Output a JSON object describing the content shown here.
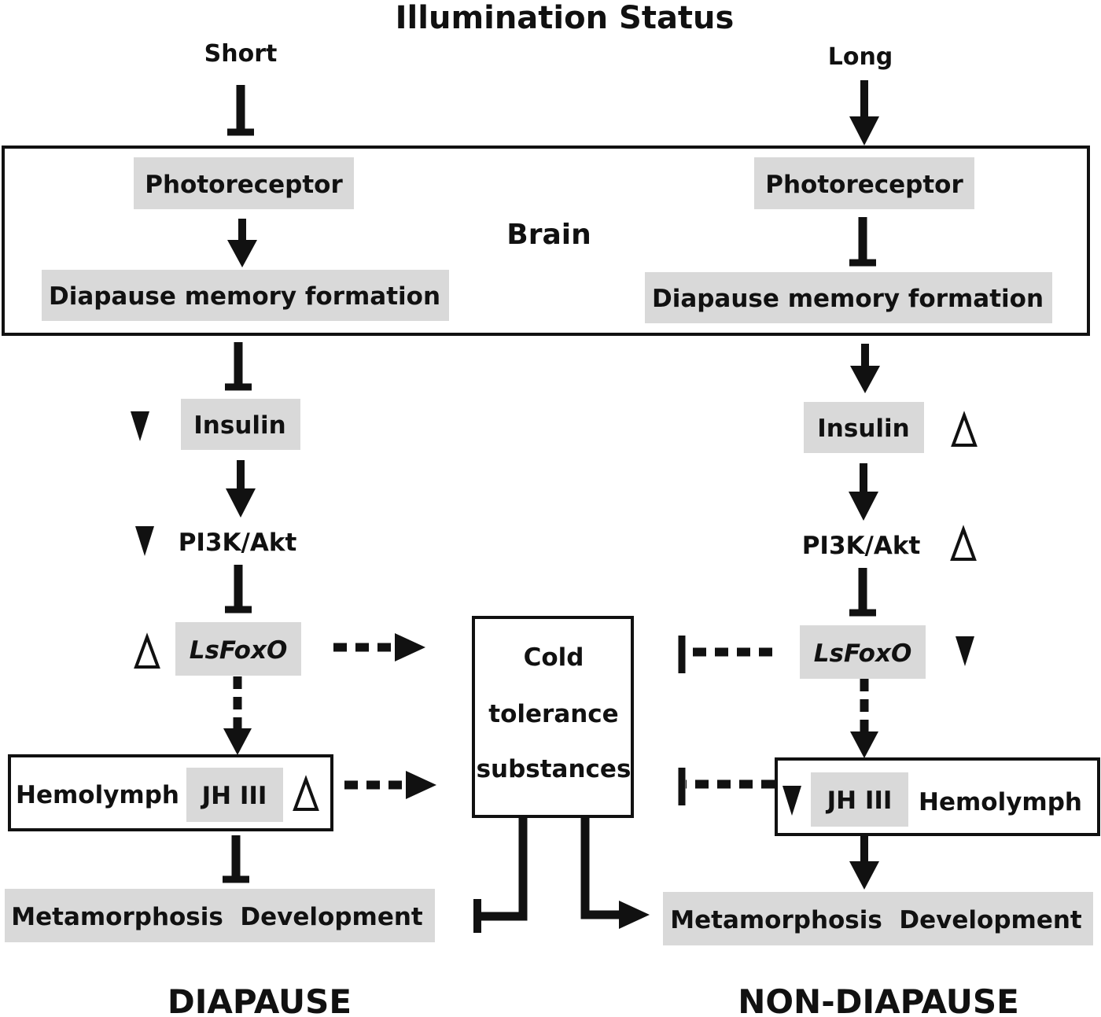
{
  "title": "Illumination Status",
  "left": {
    "illumination": "Short",
    "photoreceptor": "Photoreceptor",
    "memory": "Diapause memory formation",
    "insulin": "Insulin",
    "pi3k": "PI3K/Akt",
    "foxo": "LsFoxO",
    "hemolymph": "Hemolymph",
    "jh": "JH III",
    "outcome": "Metamorphosis  Development",
    "state": "DIAPAUSE"
  },
  "right": {
    "illumination": "Long",
    "photoreceptor": "Photoreceptor",
    "memory": "Diapause memory formation",
    "insulin": "Insulin",
    "pi3k": "PI3K/Akt",
    "foxo": "LsFoxO",
    "hemolymph": "Hemolymph",
    "jh": "JH III",
    "outcome": "Metamorphosis  Development",
    "state": "NON-DIAPAUSE"
  },
  "brain_label": "Brain",
  "cold": {
    "line1": "Cold",
    "line2": "tolerance",
    "line3": "substances"
  },
  "indicators": {
    "down": "down-arrowhead-filled",
    "up": "up-triangle-outline"
  }
}
